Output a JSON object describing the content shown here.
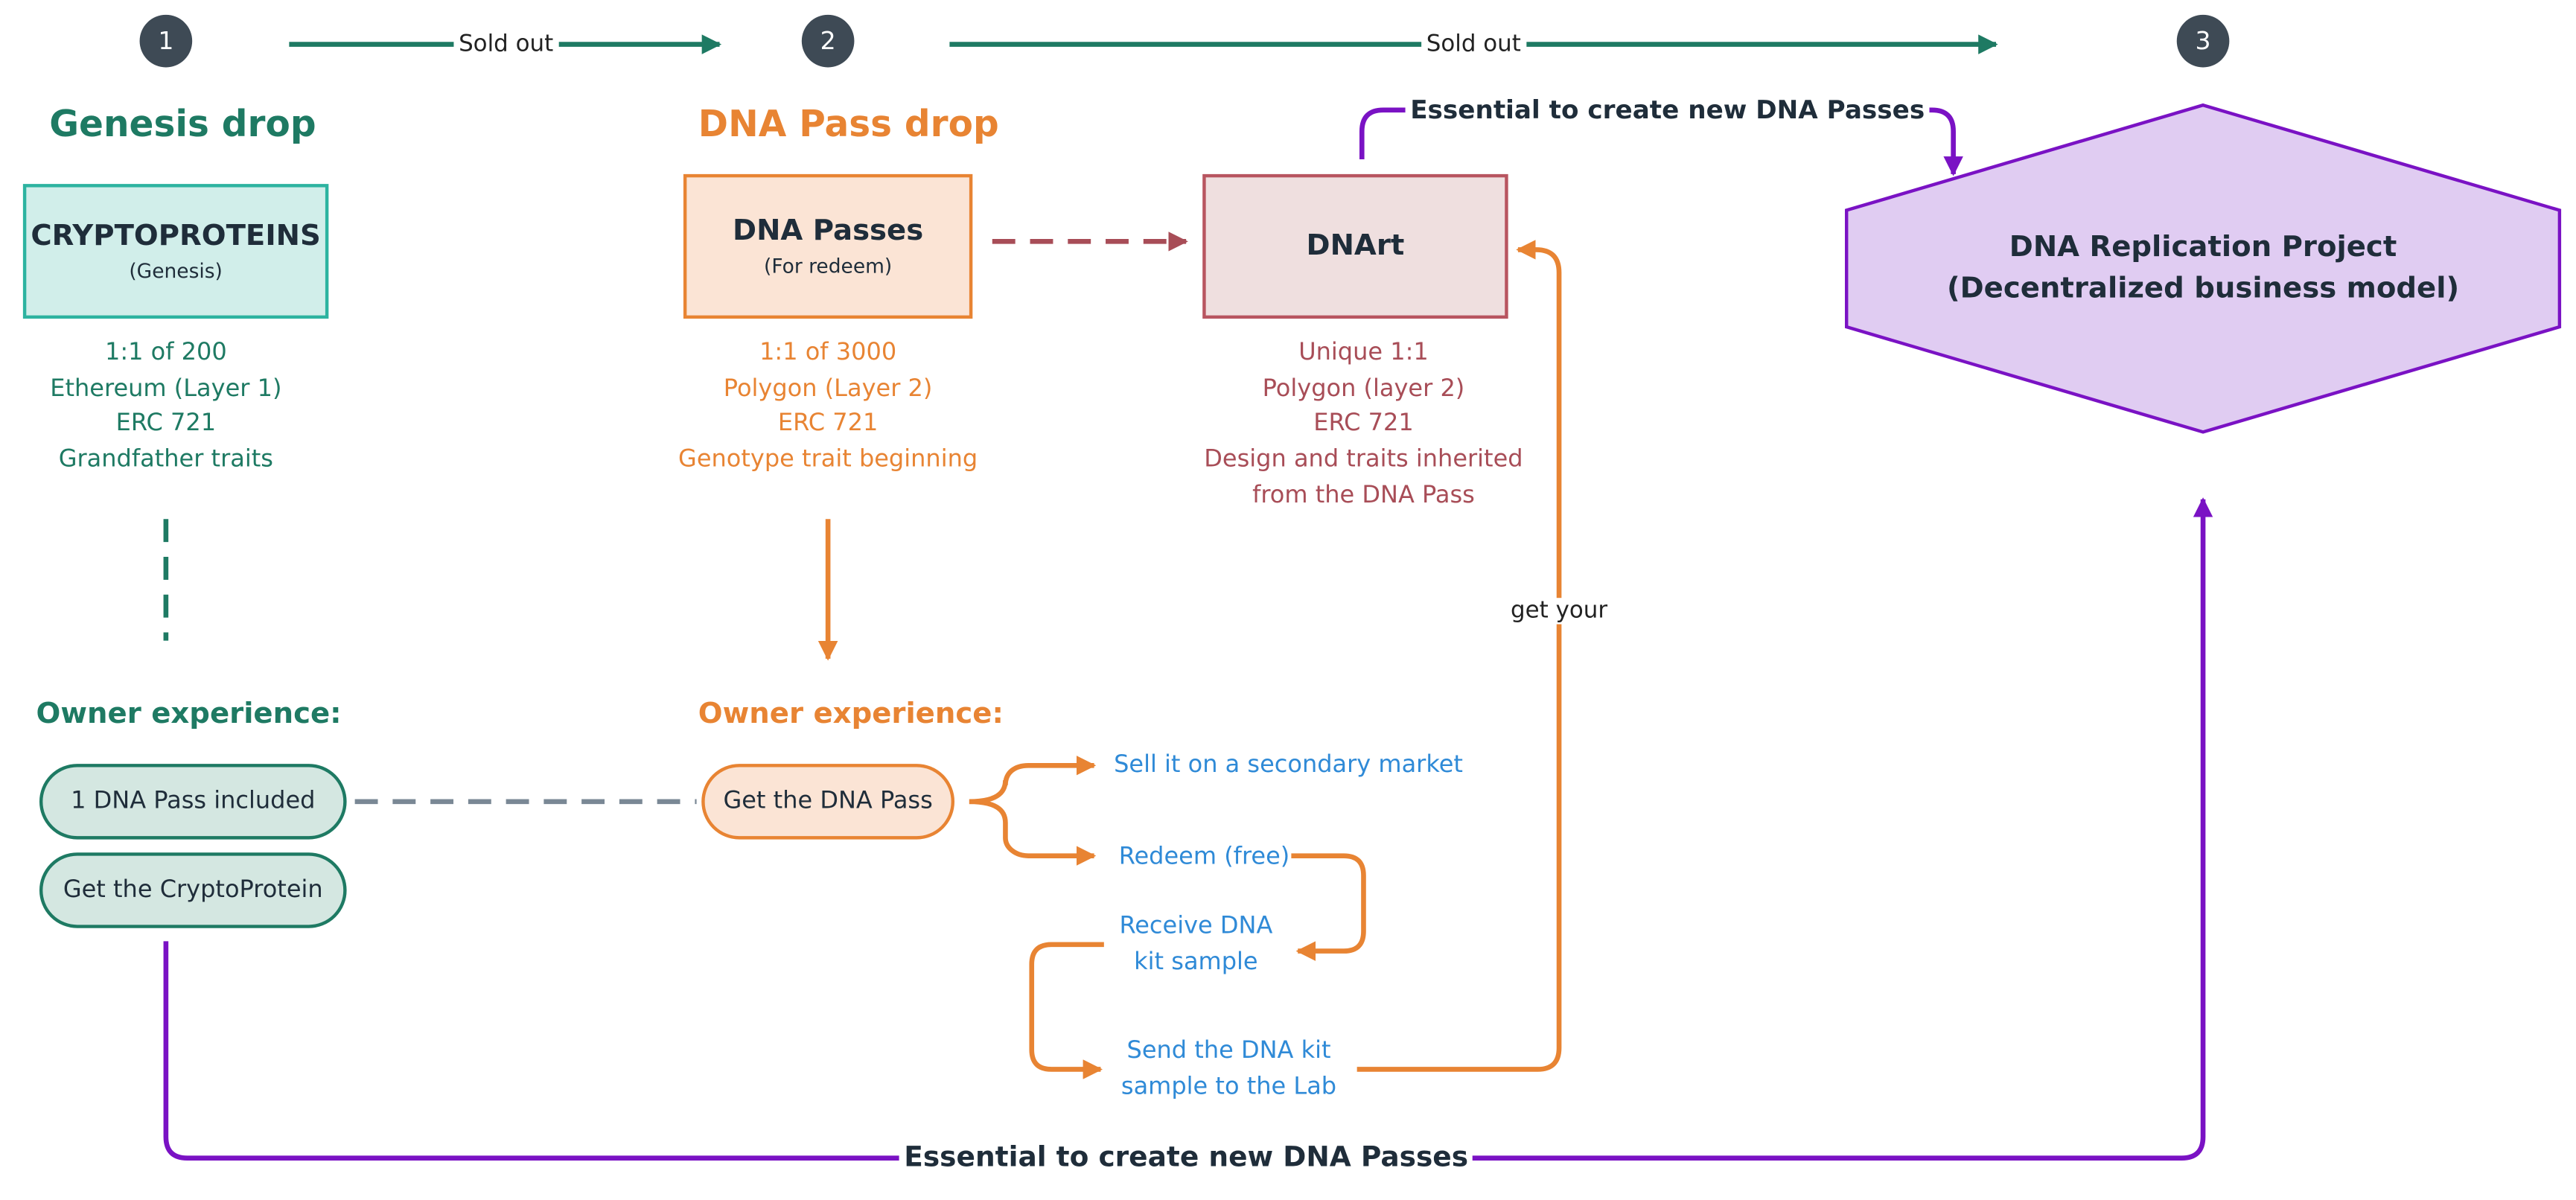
{
  "steps": [
    "1",
    "2",
    "3"
  ],
  "flow_labels": {
    "sold_out_1": "Sold out",
    "sold_out_2": "Sold out",
    "essential_top": "Essential to create new DNA Passes",
    "essential_bottom": "Essential to create new DNA Passes",
    "get_your": "get your"
  },
  "genesis": {
    "title": "Genesis drop",
    "box_title": "CRYPTOPROTEINS",
    "box_sub": "(Genesis)",
    "info": [
      "1:1 of 200",
      "Ethereum (Layer 1)",
      "ERC 721",
      "Grandfather traits"
    ],
    "owner_title": "Owner experience:",
    "pills": [
      "1 DNA Pass included",
      "Get the CryptoProtein"
    ]
  },
  "dnapass": {
    "title": "DNA Pass drop",
    "box_title": "DNA Passes",
    "box_sub": "(For redeem)",
    "info": [
      "1:1 of 3000",
      "Polygon (Layer 2)",
      "ERC 721",
      "Genotype trait beginning"
    ],
    "owner_title": "Owner experience:",
    "pill": "Get the DNA Pass",
    "actions": {
      "sell": "Sell it on a secondary market",
      "redeem": "Redeem (free)",
      "receive": [
        "Receive DNA",
        "kit sample"
      ],
      "send": [
        "Send the DNA kit",
        "sample to the Lab"
      ]
    }
  },
  "dnart": {
    "box_title": "DNArt",
    "info": [
      "Unique 1:1",
      "Polygon (layer 2)",
      "ERC 721",
      "Design and traits inherited",
      "from the DNA Pass"
    ]
  },
  "replication": {
    "lines": [
      "DNA Replication Project",
      "(Decentralized business model)"
    ]
  },
  "colors": {
    "green": "#1e7a63",
    "orange": "#e88433",
    "rose": "#a84d57",
    "purple": "#7a12c4",
    "blue": "#2f8ad7",
    "gray": "#7a8895",
    "step_circle": "#3e4a55",
    "hexagon_fill": "#e0ccf2"
  }
}
